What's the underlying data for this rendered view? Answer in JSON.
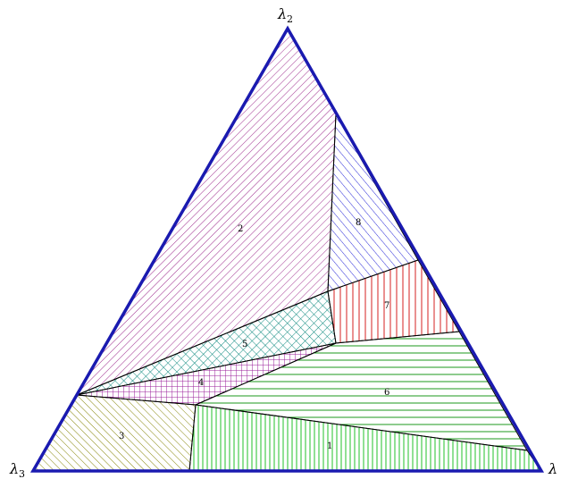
{
  "vertices": {
    "top": {
      "symbol": "λ",
      "subscript": "2"
    },
    "left": {
      "symbol": "λ",
      "subscript": "3"
    },
    "right": {
      "symbol": "λ",
      "subscript": ""
    }
  },
  "regions": [
    {
      "id": "1",
      "label": "1",
      "hatch": "vertical",
      "color": "#22c22a"
    },
    {
      "id": "2",
      "label": "2",
      "hatch": "diagonal",
      "color": "#a0308f"
    },
    {
      "id": "3",
      "label": "3",
      "hatch": "diagonal",
      "color": "#8a8a10"
    },
    {
      "id": "4",
      "label": "4",
      "hatch": "grid",
      "color": "#9a1e9a"
    },
    {
      "id": "5",
      "label": "5",
      "hatch": "crosshatch",
      "color": "#0f8a80"
    },
    {
      "id": "6",
      "label": "6",
      "hatch": "horizontal",
      "color": "#1c9a1c"
    },
    {
      "id": "7",
      "label": "7",
      "hatch": "vertical",
      "color": "#d42020"
    },
    {
      "id": "8",
      "label": "8",
      "hatch": "antidiagonal",
      "color": "#2a2ad8"
    }
  ],
  "triangle_color": "#1a1ab0",
  "boundary_color": "#000000"
}
